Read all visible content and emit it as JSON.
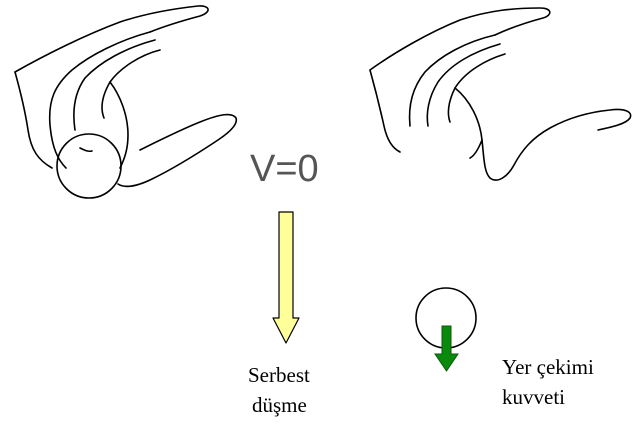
{
  "labels": {
    "velocity": "V=0",
    "fall_line1": "Serbest",
    "fall_line2": "düşme",
    "gravity_line1": "Yer çekimi",
    "gravity_line2": "kuvveti"
  },
  "colors": {
    "fall_arrow_fill": "#ffff99",
    "gravity_arrow_fill": "#0a8a0a",
    "outline": "#000000"
  },
  "icons": {
    "left_hand": "hand-holding-ball",
    "right_hand": "open-hand",
    "fall_arrow": "down-arrow",
    "gravity_arrow": "down-arrow"
  }
}
